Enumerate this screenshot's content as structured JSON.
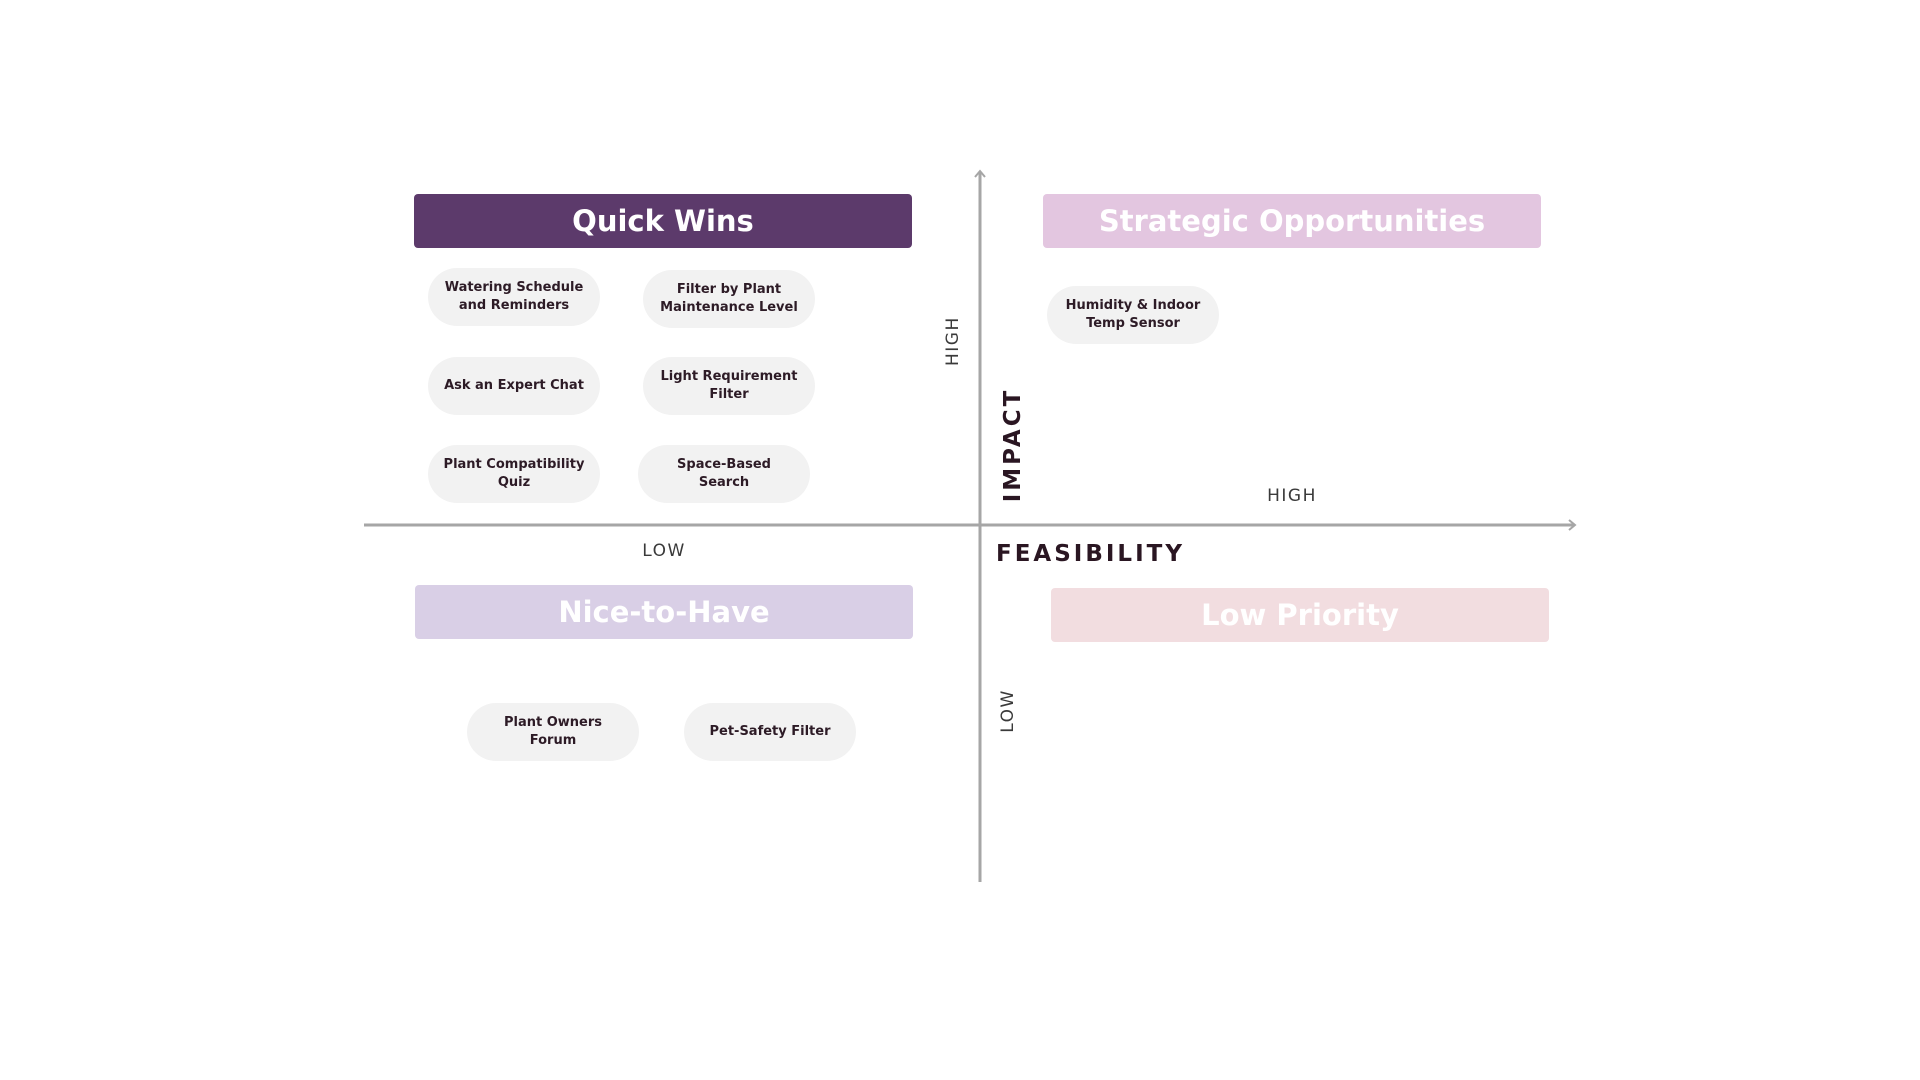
{
  "axes": {
    "y_title": "IMPACT",
    "x_title": "FEASIBILITY",
    "y_high": "HIGH",
    "y_low": "LOW",
    "x_high": "HIGH",
    "x_low": "LOW",
    "axis_color": "#a6a6a6"
  },
  "quadrants": {
    "quick_wins": {
      "title": "Quick Wins",
      "color": "#5c3a6b",
      "items": [
        "Watering Schedule and Reminders",
        "Filter by Plant Maintenance Level",
        "Ask an Expert Chat",
        "Light Requirement Filter",
        "Plant Compatibility Quiz",
        "Space-Based Search"
      ]
    },
    "strategic_opportunities": {
      "title": "Strategic Opportunities",
      "color": "#e3c6e0",
      "items": [
        "Humidity & Indoor Temp Sensor"
      ]
    },
    "nice_to_have": {
      "title": "Nice-to-Have",
      "color": "#d9cfe6",
      "items": [
        "Plant Owners Forum",
        "Pet-Safety Filter"
      ]
    },
    "low_priority": {
      "title": "Low Priority",
      "color": "#f2dde0",
      "items": []
    }
  },
  "pill_color": "#f2f2f2"
}
